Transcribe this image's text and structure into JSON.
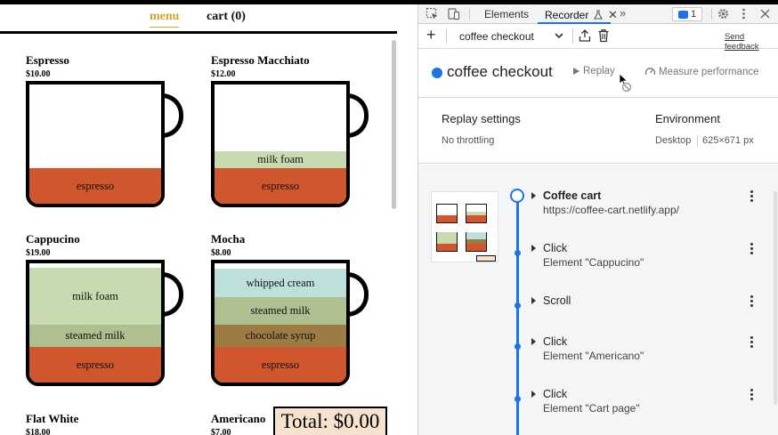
{
  "site": {
    "nav": {
      "menu": "menu",
      "cart": "cart (0)"
    },
    "total": "Total: $0.00",
    "coffees": [
      {
        "name": "Espresso",
        "price": "$10.00",
        "layers": [
          {
            "label": "espresso",
            "color": "#d0572d",
            "pct": 30
          }
        ]
      },
      {
        "name": "Espresso Macchiato",
        "price": "$12.00",
        "layers": [
          {
            "label": "milk foam",
            "color": "#c8dbb0",
            "pct": 14
          },
          {
            "label": "espresso",
            "color": "#d0572d",
            "pct": 30
          }
        ]
      },
      {
        "name": "Cappucino",
        "price": "$19.00",
        "layers": [
          {
            "label": "milk foam",
            "color": "#c8dbb0",
            "pct": 48
          },
          {
            "label": "steamed milk",
            "color": "#b0bf8f",
            "pct": 19
          },
          {
            "label": "espresso",
            "color": "#d0572d",
            "pct": 30
          }
        ]
      },
      {
        "name": "Mocha",
        "price": "$8.00",
        "layers": [
          {
            "label": "whipped cream",
            "color": "#bde0dc",
            "pct": 24
          },
          {
            "label": "steamed milk",
            "color": "#b0bf8f",
            "pct": 23
          },
          {
            "label": "chocolate syrup",
            "color": "#9c7b44",
            "pct": 19
          },
          {
            "label": "espresso",
            "color": "#d0572d",
            "pct": 30
          }
        ]
      },
      {
        "name": "Flat White",
        "price": "$18.00",
        "layers": []
      },
      {
        "name": "Americano",
        "price": "$7.00",
        "layers": []
      }
    ]
  },
  "devtools": {
    "tabs": {
      "elements": "Elements",
      "recorder": "Recorder",
      "more": "»"
    },
    "issues_count": "1",
    "toolbar": {
      "recording_select": "coffee checkout",
      "send_feedback": "Send feedback"
    },
    "recording": {
      "title": "coffee checkout",
      "replay": "Replay",
      "measure": "Measure performance"
    },
    "settings": {
      "replay_title": "Replay settings",
      "throttling": "No throttling",
      "environment_title": "Environment",
      "device": "Desktop",
      "size": "625×671 px"
    },
    "steps": [
      {
        "title": "Coffee cart",
        "subtitle": "https://coffee-cart.netlify.app/"
      },
      {
        "title": "Click",
        "subtitle": "Element \"Cappucino\""
      },
      {
        "title": "Scroll",
        "subtitle": ""
      },
      {
        "title": "Click",
        "subtitle": "Element \"Americano\""
      },
      {
        "title": "Click",
        "subtitle": "Element \"Cart page\""
      }
    ],
    "colors": {
      "accent": "#1a73e8"
    }
  }
}
